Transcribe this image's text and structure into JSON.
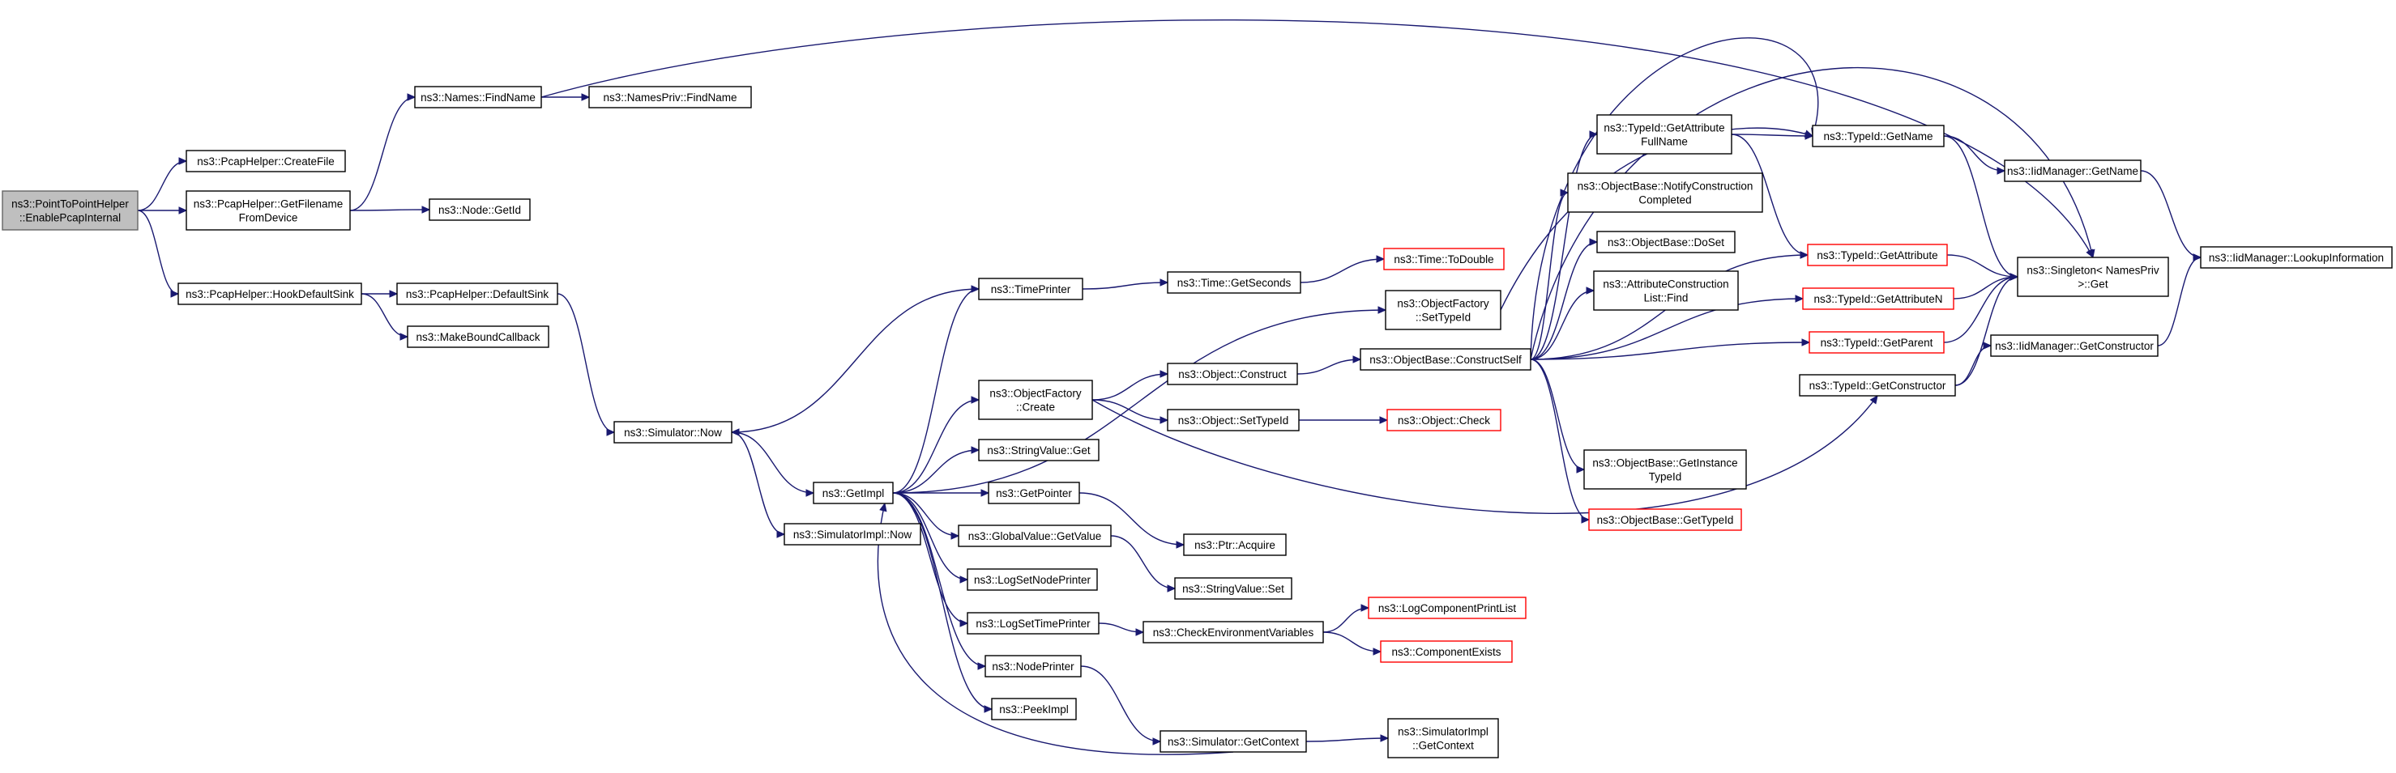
{
  "colors": {
    "edge": "#191970",
    "node_border": "#000000",
    "node_border_truncated": "#ff0000",
    "root_fill": "#bfbfbf",
    "background": "#ffffff"
  },
  "nodes": {
    "root": {
      "lines": [
        "ns3::PointToPointHelper",
        "::EnablePcapInternal"
      ],
      "kind": "root"
    },
    "pcap_createfile": {
      "lines": [
        "ns3::PcapHelper::CreateFile"
      ]
    },
    "pcap_getfilename": {
      "lines": [
        "ns3::PcapHelper::GetFilename",
        "FromDevice"
      ]
    },
    "pcap_hookdefaultsink": {
      "lines": [
        "ns3::PcapHelper::HookDefaultSink"
      ]
    },
    "names_findname": {
      "lines": [
        "ns3::Names::FindName"
      ]
    },
    "namespriv_findname": {
      "lines": [
        "ns3::NamesPriv::FindName"
      ]
    },
    "node_getid": {
      "lines": [
        "ns3::Node::GetId"
      ]
    },
    "pcap_defaultsink": {
      "lines": [
        "ns3::PcapHelper::DefaultSink"
      ]
    },
    "makeboundcallback": {
      "lines": [
        "ns3::MakeBoundCallback"
      ]
    },
    "simulator_now": {
      "lines": [
        "ns3::Simulator::Now"
      ]
    },
    "simulatorimpl_now": {
      "lines": [
        "ns3::SimulatorImpl::Now"
      ]
    },
    "getimpl": {
      "lines": [
        "ns3::GetImpl"
      ]
    },
    "timeprinter": {
      "lines": [
        "ns3::TimePrinter"
      ]
    },
    "objectfactory_create": {
      "lines": [
        "ns3::ObjectFactory",
        "::Create"
      ]
    },
    "stringvalue_get": {
      "lines": [
        "ns3::StringValue::Get"
      ]
    },
    "getpointer": {
      "lines": [
        "ns3::GetPointer"
      ]
    },
    "globalvalue_getvalue": {
      "lines": [
        "ns3::GlobalValue::GetValue"
      ]
    },
    "logsetnodeprinter": {
      "lines": [
        "ns3::LogSetNodePrinter"
      ]
    },
    "logsettimeprinter": {
      "lines": [
        "ns3::LogSetTimePrinter"
      ]
    },
    "nodeprinter": {
      "lines": [
        "ns3::NodePrinter"
      ]
    },
    "peekimpl": {
      "lines": [
        "ns3::PeekImpl"
      ]
    },
    "time_getseconds": {
      "lines": [
        "ns3::Time::GetSeconds"
      ]
    },
    "time_todouble": {
      "lines": [
        "ns3::Time::ToDouble"
      ],
      "kind": "truncated"
    },
    "objectfactory_settypeid": {
      "lines": [
        "ns3::ObjectFactory",
        "::SetTypeId"
      ]
    },
    "object_construct": {
      "lines": [
        "ns3::Object::Construct"
      ]
    },
    "object_settypeid": {
      "lines": [
        "ns3::Object::SetTypeId"
      ]
    },
    "object_check": {
      "lines": [
        "ns3::Object::Check"
      ],
      "kind": "truncated"
    },
    "ptr_acquire": {
      "lines": [
        "ns3::Ptr::Acquire"
      ]
    },
    "stringvalue_set": {
      "lines": [
        "ns3::StringValue::Set"
      ]
    },
    "checkenvvars": {
      "lines": [
        "ns3::CheckEnvironmentVariables"
      ]
    },
    "logcomponentprintlist": {
      "lines": [
        "ns3::LogComponentPrintList"
      ],
      "kind": "truncated"
    },
    "componentexists": {
      "lines": [
        "ns3::ComponentExists"
      ],
      "kind": "truncated"
    },
    "simulator_getcontext": {
      "lines": [
        "ns3::Simulator::GetContext"
      ]
    },
    "simulatorimpl_getcontext": {
      "lines": [
        "ns3::SimulatorImpl",
        "::GetContext"
      ]
    },
    "objectbase_constructself": {
      "lines": [
        "ns3::ObjectBase::ConstructSelf"
      ]
    },
    "typeid_getattributefullname": {
      "lines": [
        "ns3::TypeId::GetAttribute",
        "FullName"
      ]
    },
    "objectbase_notifyconstructioncompleted": {
      "lines": [
        "ns3::ObjectBase::NotifyConstruction",
        "Completed"
      ]
    },
    "objectbase_doset": {
      "lines": [
        "ns3::ObjectBase::DoSet"
      ]
    },
    "attributeconstructionlist_find": {
      "lines": [
        "ns3::AttributeConstruction",
        "List::Find"
      ]
    },
    "objectbase_getinstancetypeid": {
      "lines": [
        "ns3::ObjectBase::GetInstance",
        "TypeId"
      ]
    },
    "objectbase_gettypeid": {
      "lines": [
        "ns3::ObjectBase::GetTypeId"
      ],
      "kind": "truncated"
    },
    "typeid_getname": {
      "lines": [
        "ns3::TypeId::GetName"
      ]
    },
    "typeid_getattribute": {
      "lines": [
        "ns3::TypeId::GetAttribute"
      ],
      "kind": "truncated"
    },
    "typeid_getattributen": {
      "lines": [
        "ns3::TypeId::GetAttributeN"
      ],
      "kind": "truncated"
    },
    "typeid_getparent": {
      "lines": [
        "ns3::TypeId::GetParent"
      ],
      "kind": "truncated"
    },
    "typeid_getconstructor": {
      "lines": [
        "ns3::TypeId::GetConstructor"
      ]
    },
    "singleton_get": {
      "lines": [
        "ns3::Singleton< NamesPriv",
        " >::Get"
      ]
    },
    "iidmanager_getname": {
      "lines": [
        "ns3::IidManager::GetName"
      ]
    },
    "iidmanager_getconstructor": {
      "lines": [
        "ns3::IidManager::GetConstructor"
      ]
    },
    "iidmanager_lookupinformation": {
      "lines": [
        "ns3::IidManager::LookupInformation"
      ]
    }
  },
  "edges": [
    [
      "root",
      "pcap_createfile"
    ],
    [
      "root",
      "pcap_getfilename"
    ],
    [
      "root",
      "pcap_hookdefaultsink"
    ],
    [
      "pcap_getfilename",
      "names_findname"
    ],
    [
      "pcap_getfilename",
      "node_getid"
    ],
    [
      "names_findname",
      "namespriv_findname"
    ],
    [
      "names_findname",
      "singleton_get"
    ],
    [
      "pcap_hookdefaultsink",
      "pcap_defaultsink"
    ],
    [
      "pcap_hookdefaultsink",
      "makeboundcallback"
    ],
    [
      "pcap_defaultsink",
      "simulator_now"
    ],
    [
      "simulator_now",
      "getimpl"
    ],
    [
      "simulator_now",
      "simulatorimpl_now"
    ],
    [
      "getimpl",
      "timeprinter"
    ],
    [
      "getimpl",
      "objectfactory_settypeid"
    ],
    [
      "getimpl",
      "objectfactory_create"
    ],
    [
      "getimpl",
      "stringvalue_get"
    ],
    [
      "getimpl",
      "getpointer"
    ],
    [
      "getimpl",
      "globalvalue_getvalue"
    ],
    [
      "getimpl",
      "logsetnodeprinter"
    ],
    [
      "getimpl",
      "logsettimeprinter"
    ],
    [
      "getimpl",
      "nodeprinter"
    ],
    [
      "getimpl",
      "peekimpl"
    ],
    [
      "timeprinter",
      "simulator_now"
    ],
    [
      "timeprinter",
      "time_getseconds"
    ],
    [
      "time_getseconds",
      "time_todouble"
    ],
    [
      "objectfactory_settypeid",
      "typeid_getname"
    ],
    [
      "objectfactory_create",
      "object_construct"
    ],
    [
      "objectfactory_create",
      "object_settypeid"
    ],
    [
      "objectfactory_create",
      "typeid_getconstructor"
    ],
    [
      "object_construct",
      "objectbase_constructself"
    ],
    [
      "object_settypeid",
      "object_check"
    ],
    [
      "getpointer",
      "ptr_acquire"
    ],
    [
      "globalvalue_getvalue",
      "stringvalue_set"
    ],
    [
      "logsettimeprinter",
      "checkenvvars"
    ],
    [
      "checkenvvars",
      "logcomponentprintlist"
    ],
    [
      "checkenvvars",
      "componentexists"
    ],
    [
      "nodeprinter",
      "simulator_getcontext"
    ],
    [
      "simulator_getcontext",
      "getimpl"
    ],
    [
      "simulator_getcontext",
      "simulatorimpl_getcontext"
    ],
    [
      "objectbase_constructself",
      "typeid_getattributefullname"
    ],
    [
      "objectbase_constructself",
      "objectbase_notifyconstructioncompleted"
    ],
    [
      "objectbase_constructself",
      "objectbase_doset"
    ],
    [
      "objectbase_constructself",
      "attributeconstructionlist_find"
    ],
    [
      "objectbase_constructself",
      "objectbase_getinstancetypeid"
    ],
    [
      "objectbase_constructself",
      "objectbase_gettypeid"
    ],
    [
      "objectbase_constructself",
      "typeid_getname"
    ],
    [
      "objectbase_constructself",
      "typeid_getattribute"
    ],
    [
      "objectbase_constructself",
      "typeid_getattributen"
    ],
    [
      "objectbase_constructself",
      "typeid_getparent"
    ],
    [
      "objectbase_constructself",
      "singleton_get"
    ],
    [
      "typeid_getattributefullname",
      "typeid_getname"
    ],
    [
      "typeid_getattributefullname",
      "typeid_getattribute"
    ],
    [
      "typeid_getname",
      "iidmanager_getname"
    ],
    [
      "typeid_getname",
      "singleton_get"
    ],
    [
      "typeid_getattribute",
      "singleton_get"
    ],
    [
      "typeid_getattributen",
      "singleton_get"
    ],
    [
      "typeid_getparent",
      "singleton_get"
    ],
    [
      "typeid_getconstructor",
      "iidmanager_getconstructor"
    ],
    [
      "typeid_getconstructor",
      "singleton_get"
    ],
    [
      "iidmanager_getname",
      "iidmanager_lookupinformation"
    ],
    [
      "iidmanager_getconstructor",
      "iidmanager_lookupinformation"
    ]
  ]
}
